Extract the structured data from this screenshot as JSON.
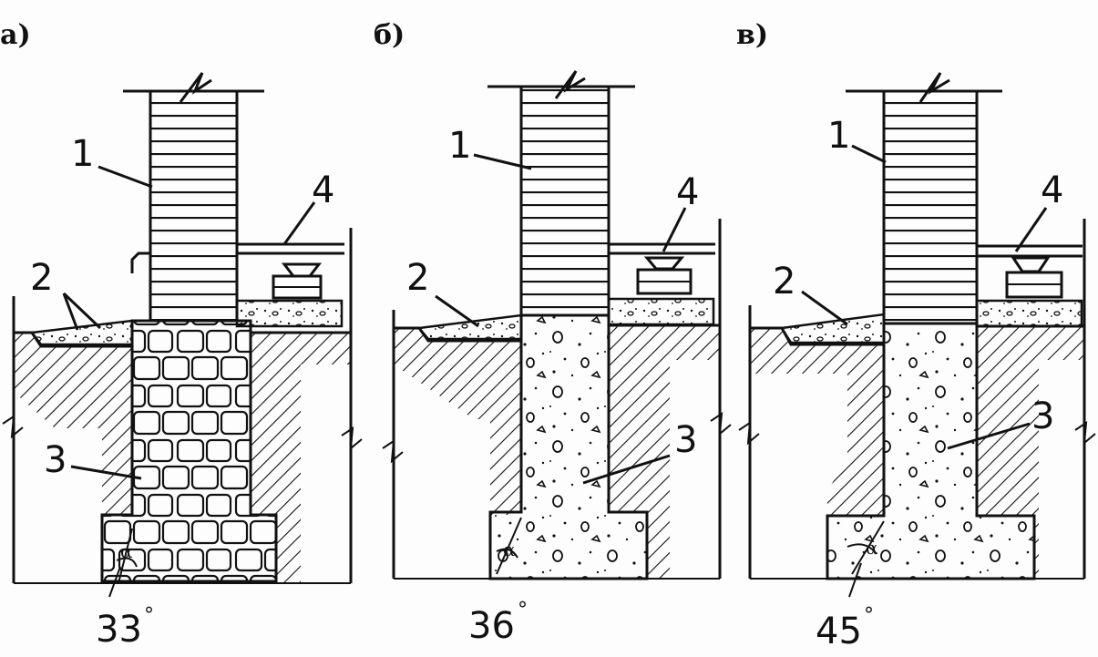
{
  "panels": [
    {
      "title": "а)",
      "labels": [
        "1",
        "2",
        "3",
        "4"
      ],
      "angle": "33",
      "degree": "°"
    },
    {
      "title": "б)",
      "labels": [
        "1",
        "2",
        "3",
        "4"
      ],
      "angle": "36",
      "degree": "°"
    },
    {
      "title": "в)",
      "labels": [
        "1",
        "2",
        "3",
        "4"
      ],
      "angle": "45",
      "degree": "°"
    }
  ],
  "alpha_symbol": "α"
}
